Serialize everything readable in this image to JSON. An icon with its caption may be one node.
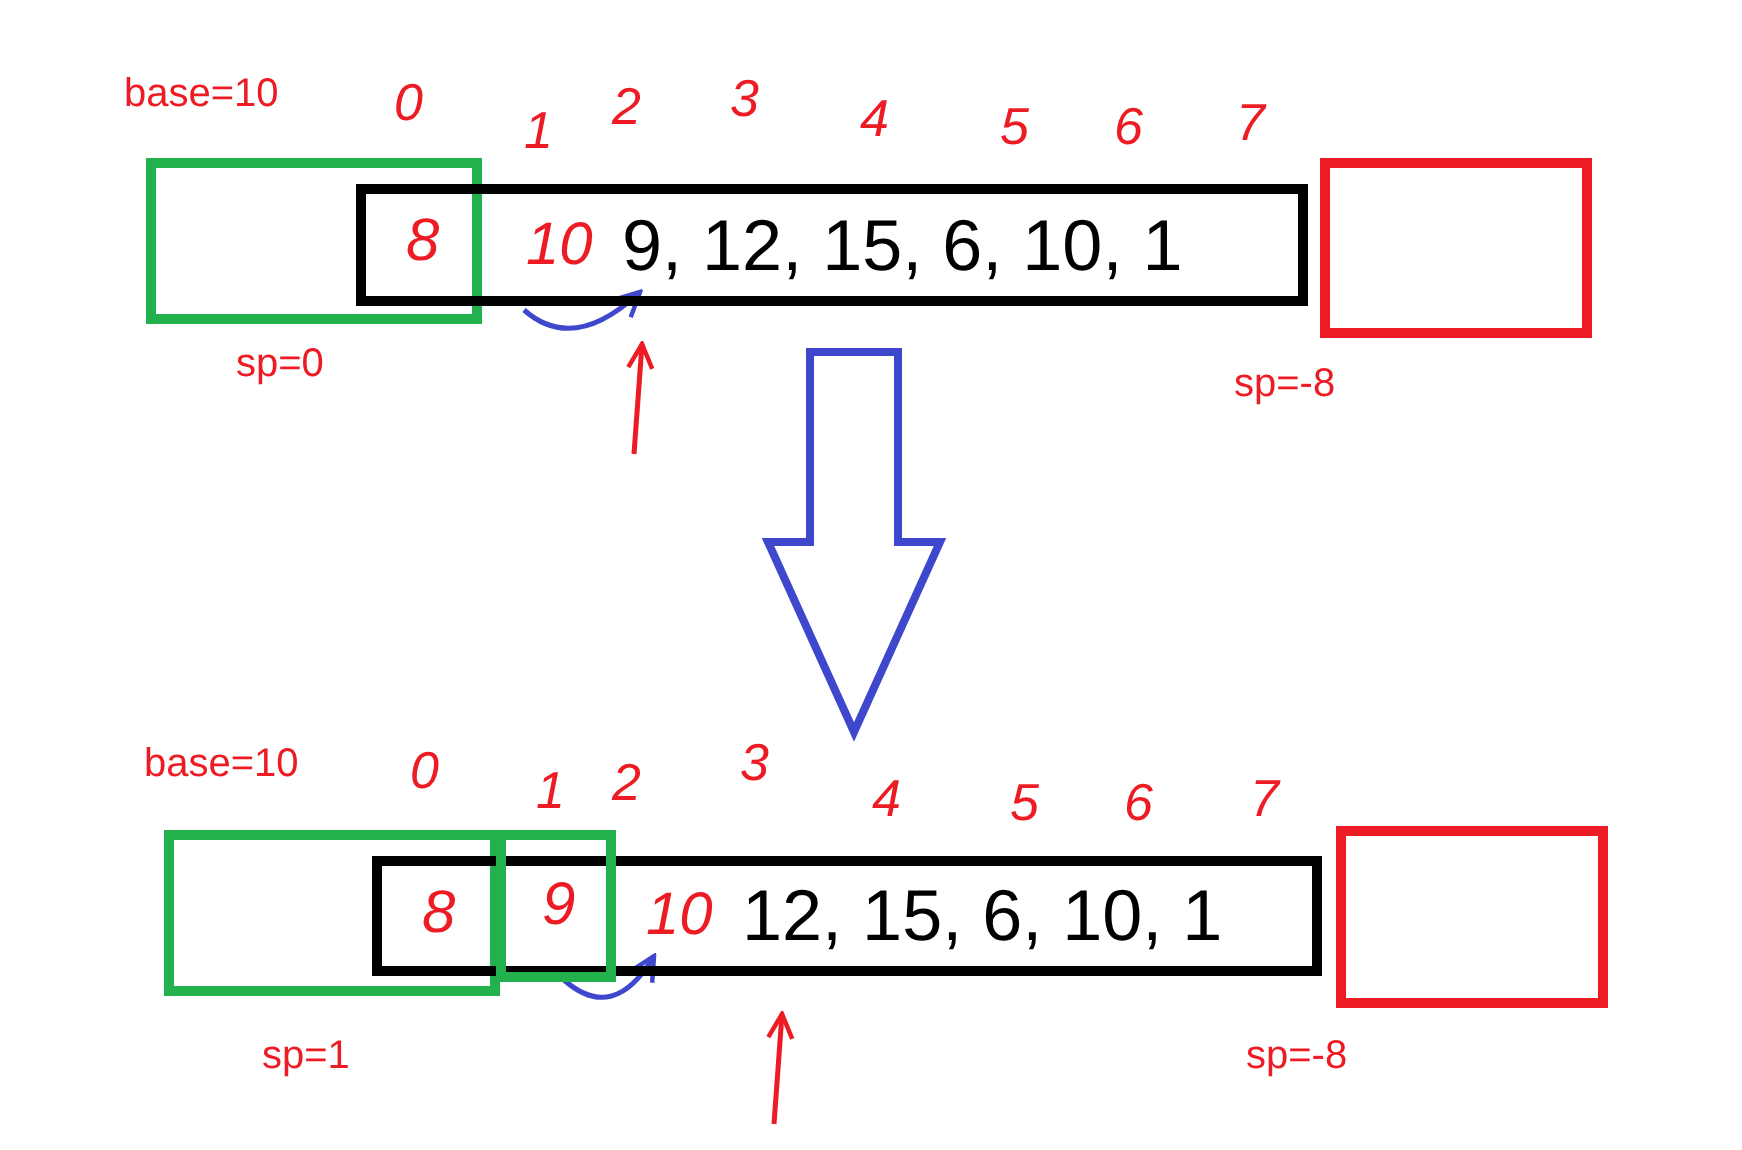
{
  "diagram": {
    "nodes": [
      {
        "text": [
          "8"
        ]
      },
      {
        "text": [
          "10",
          "9, 12, 15, 6, 10, 1"
        ]
      },
      {
        "text": [],
        "shape": "box"
      },
      {
        "text": [
          "8"
        ]
      },
      {
        "text": [
          "10",
          "12, 15, 6, 10, 1"
        ]
      },
      {
        "text": [
          "9"
        ]
      },
      {
        "text": [],
        "shape": "box"
      }
    ],
    "edges": [
      {
        "from": 1,
        "to": 4,
        "arrow": "to",
        "color": "#3f48cc"
      },
      {
        "from": null,
        "to": 1,
        "arrow": "to",
        "color": "#ed1c24"
      },
      {
        "from": null,
        "to": 4,
        "arrow": "to",
        "color": "#ed1c24"
      }
    ],
    "labels": [
      "base=10",
      "0",
      "1",
      "2",
      "3",
      "4",
      "5",
      "6",
      "7",
      "sp=0",
      "sp=-8",
      "base=10",
      "0",
      "1",
      "2",
      "3",
      "4",
      "5",
      "6",
      "7",
      "sp=1",
      "sp=-8"
    ]
  }
}
